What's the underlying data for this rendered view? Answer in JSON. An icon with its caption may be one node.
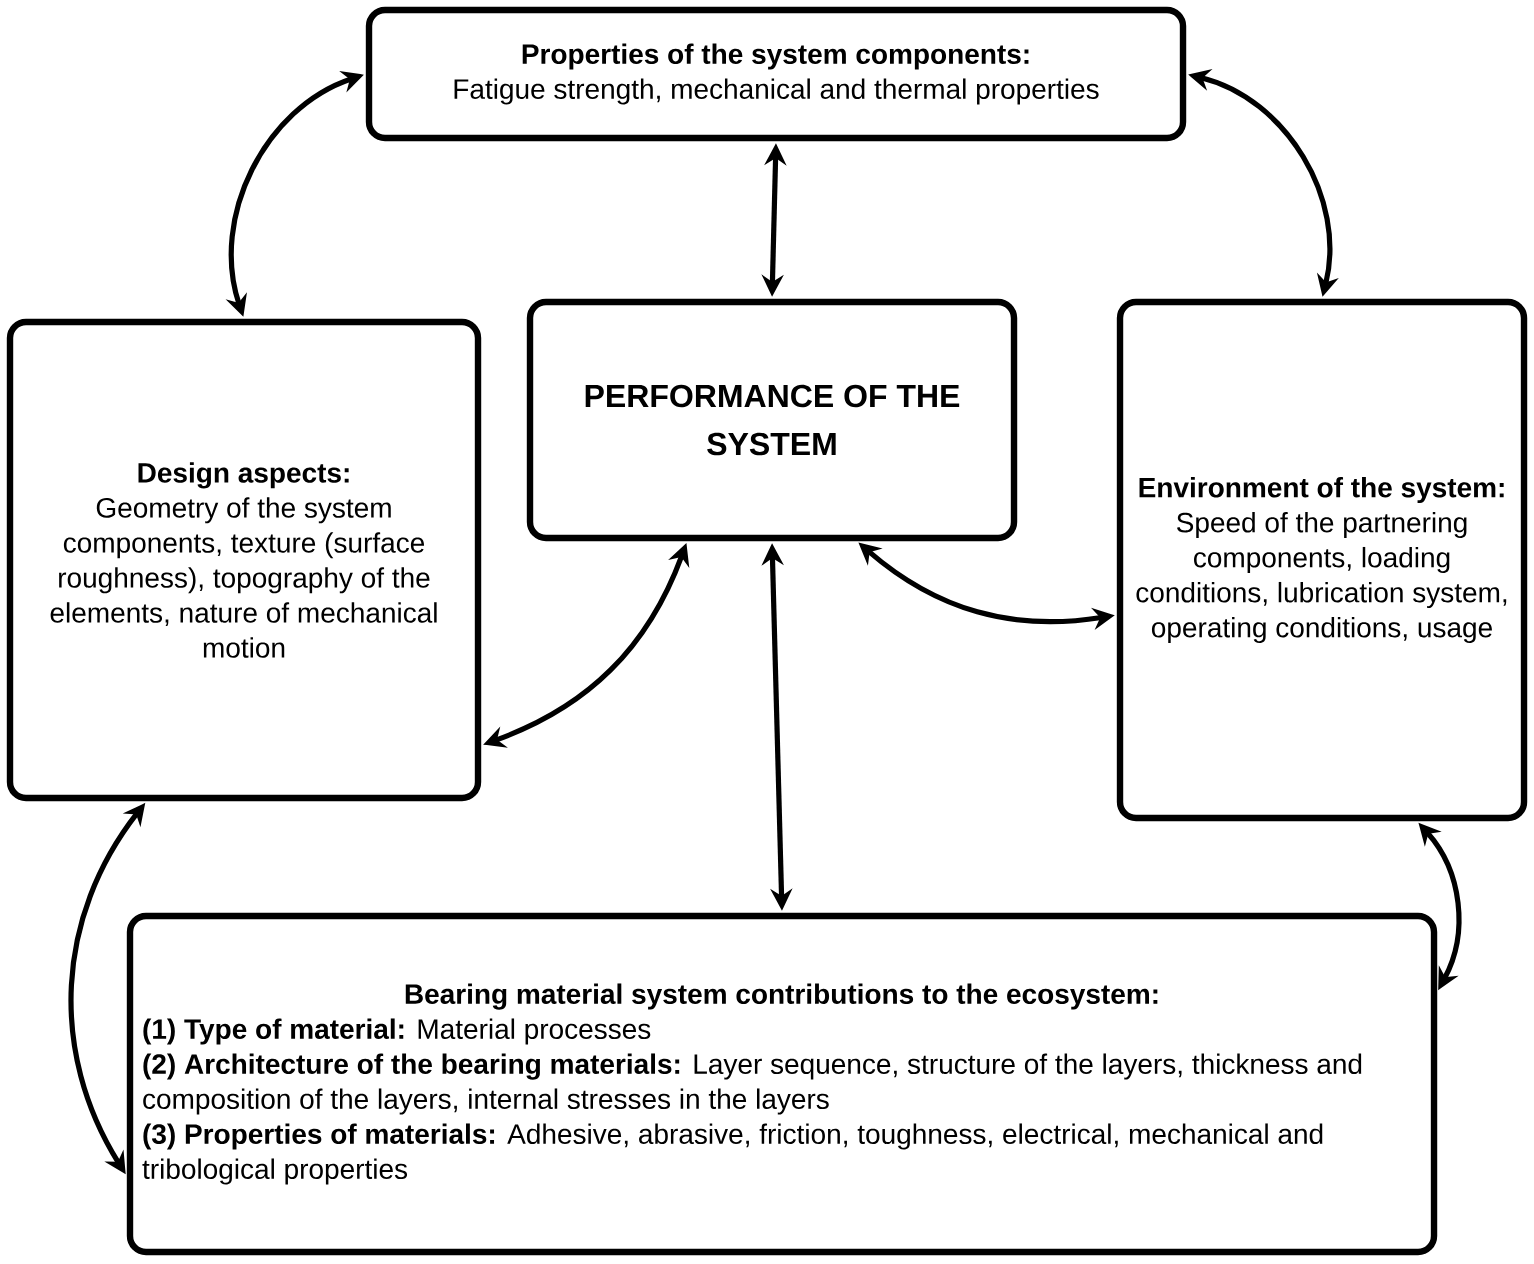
{
  "diagram": {
    "nodes": [
      {
        "text": [
          "Properties of the system components:",
          "Fatigue strength, mechanical and thermal properties"
        ]
      },
      {
        "text": [
          "Design aspects:",
          "Geometry of the system components, texture (surface roughness), topography of the elements, nature of mechanical motion"
        ]
      },
      {
        "text": [
          "PERFORMANCE OF THE SYSTEM"
        ]
      },
      {
        "text": [
          "**Environment of the system:** Speed of the partnering components, loading conditions, lubrication system, operating conditions, usage"
        ]
      },
      {
        "text": [
          "Bearing material system contributions to the ecosystem:",
          "**(1) Type of material:** Material processes",
          "**(2) Architecture of the bearing materials:** Layer sequence, structure of the layers, thickness and composition of the layers, internal stresses in the layers",
          "**(3) Properties of materials:** Adhesive, abrasive, friction, toughness, electrical, mechanical and tribological properties"
        ]
      }
    ],
    "edges": [
      {
        "from": 0,
        "to": 1,
        "arrow": "both"
      },
      {
        "from": 0,
        "to": 3,
        "arrow": "both"
      },
      {
        "from": 0,
        "to": 2,
        "arrow": "both"
      },
      {
        "from": 1,
        "to": 2,
        "arrow": "both"
      },
      {
        "from": 2,
        "to": 3,
        "arrow": "both"
      },
      {
        "from": 2,
        "to": 4,
        "arrow": "both"
      },
      {
        "from": 1,
        "to": 4,
        "arrow": "both"
      },
      {
        "from": 3,
        "to": 4,
        "arrow": "both"
      }
    ]
  }
}
